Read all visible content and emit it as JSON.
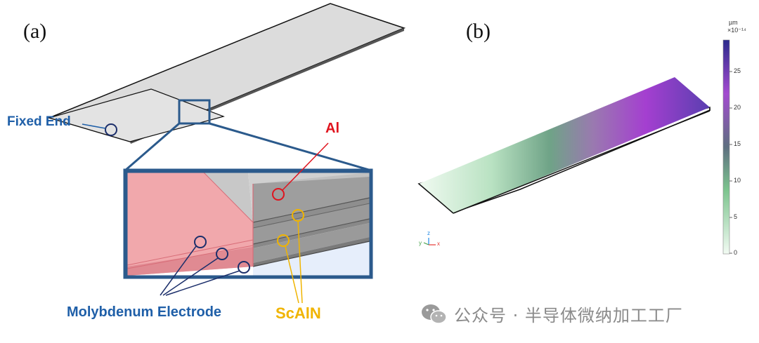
{
  "panel_a": {
    "label": "(a)",
    "annotations": {
      "fixed_end": "Fixed End",
      "al": "Al",
      "molybdenum": "Molybdenum Electrode",
      "scaln": "ScAlN"
    }
  },
  "panel_b": {
    "label": "(b)",
    "colorbar": {
      "unit": "µm",
      "exponent": "×10⁻¹⁴",
      "ticks": [
        "25",
        "20",
        "15",
        "10",
        "5",
        "0"
      ]
    },
    "axes": {
      "y": "y",
      "z": "z",
      "x": "x"
    }
  },
  "watermark": {
    "text": "公众号 · 半导体微纳加工工厂",
    "icon": "wechat-icon"
  },
  "colors": {
    "blue_label": "#1f5fa8",
    "red_label": "#e0141e",
    "gold_label": "#f0b400",
    "frame_blue": "#2b5a8c"
  }
}
